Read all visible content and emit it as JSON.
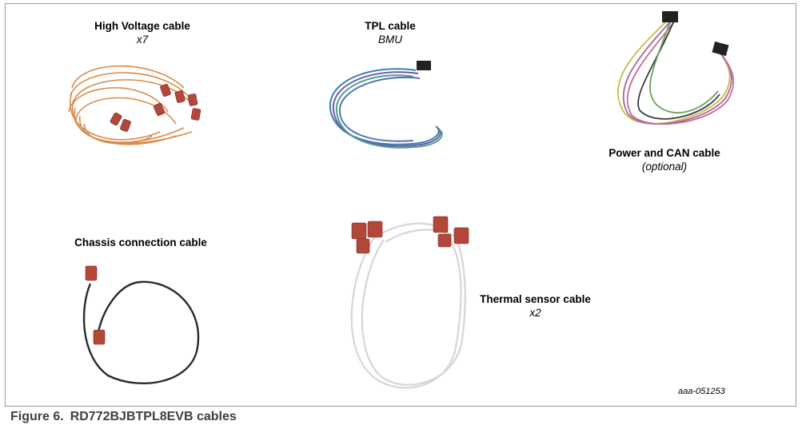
{
  "figure": {
    "number_label": "Figure 6.",
    "title": "RD772BJBTPL8EVB cables",
    "image_id": "aaa-051253"
  },
  "cables": {
    "high_voltage": {
      "title": "High Voltage cable",
      "subtitle": "x7"
    },
    "tpl": {
      "title": "TPL cable",
      "subtitle": "BMU"
    },
    "power_can": {
      "title": "Power and CAN cable",
      "subtitle": "(optional)"
    },
    "chassis": {
      "title": "Chassis connection cable"
    },
    "thermal": {
      "title": "Thermal sensor cable",
      "subtitle": "x2"
    }
  },
  "colors": {
    "high_voltage_wire": "#d98a4a",
    "terminal": "#b3473a",
    "tpl_wire_a": "#3f7fb0",
    "tpl_wire_b": "#6b5aa6",
    "tpl_wire_c": "#4aa08a",
    "chassis_wire": "#2b2b2b",
    "thermal_wire": "#e4e4e4",
    "caption_text": "#404040"
  }
}
